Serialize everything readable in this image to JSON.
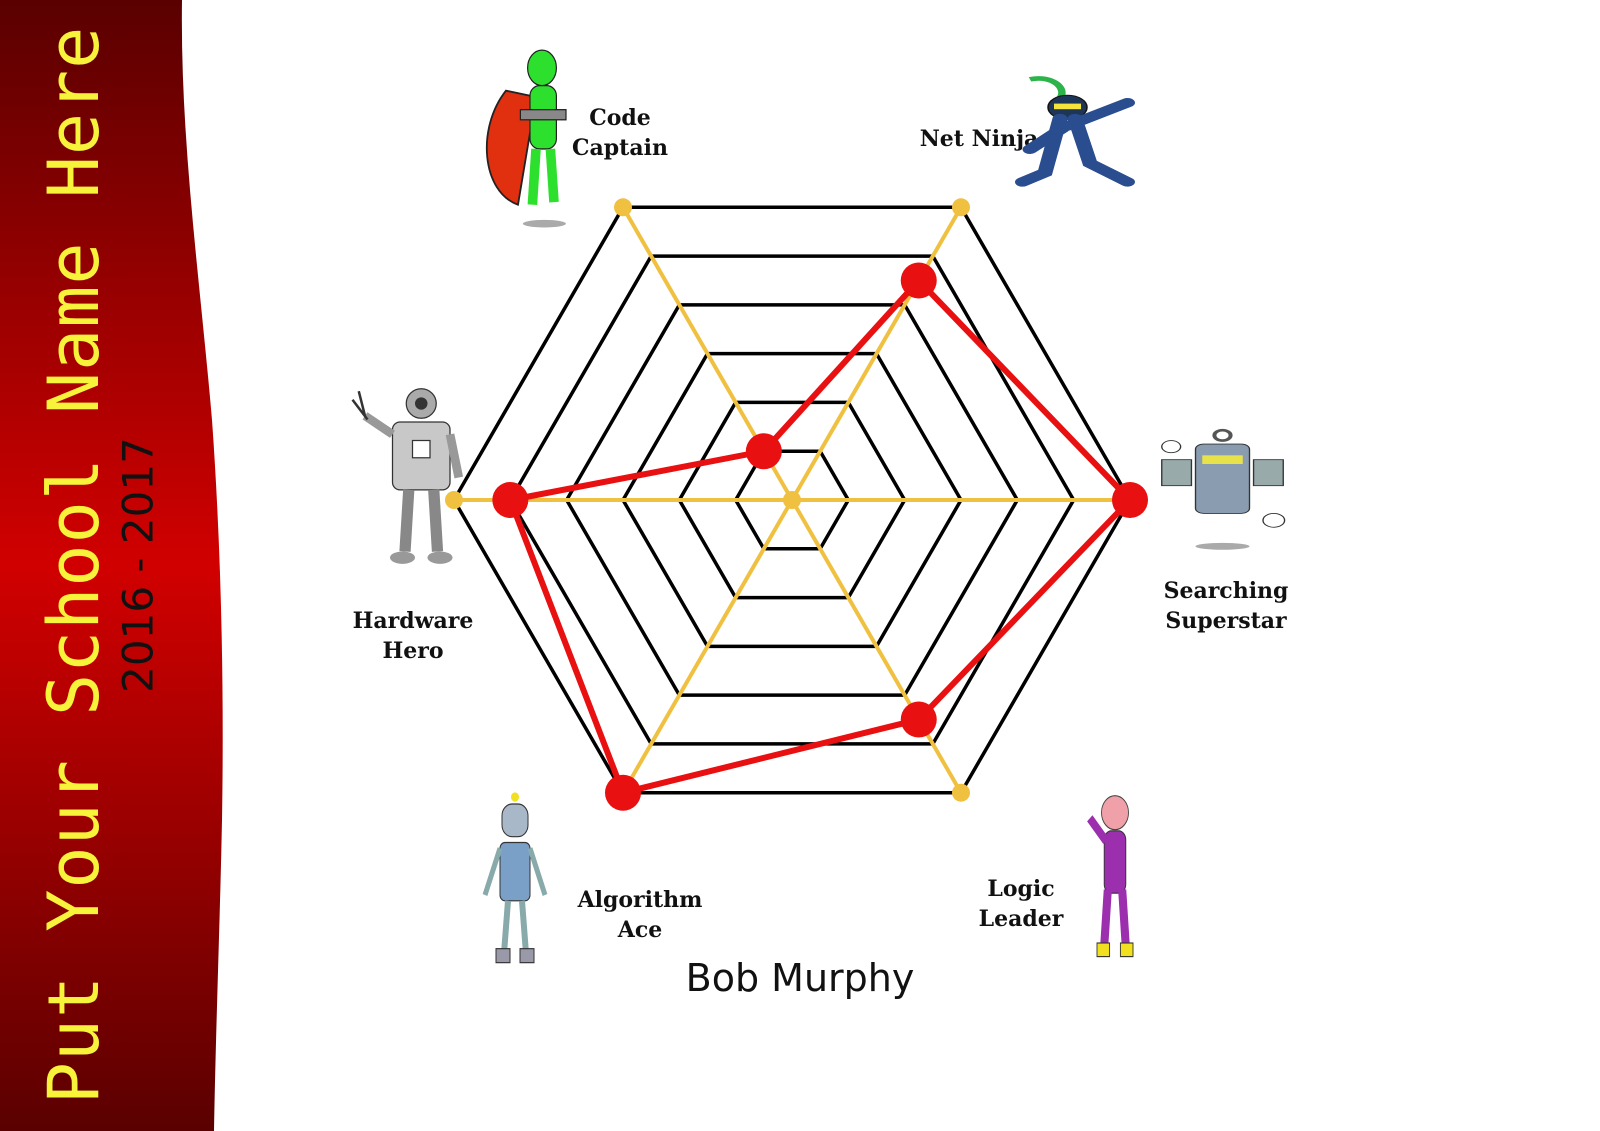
{
  "header": {
    "school_name": "Put Your School Name Here",
    "years": "2016 - 2017"
  },
  "student": {
    "name": "Bob Murphy"
  },
  "colors": {
    "banner_dark": "#5a0000",
    "banner_mid": "#d10000",
    "title_yellow": "#f7f23a",
    "grid": "#000000",
    "spokes": "#f0c040",
    "score": "#e81010"
  },
  "chart_data": {
    "type": "radar",
    "title": "",
    "levels": 6,
    "range": [
      0,
      6
    ],
    "axes": [
      {
        "label_lines": [
          "Code",
          "Captain"
        ],
        "icon": "caped-green-alien-icon"
      },
      {
        "label_lines": [
          "Net Ninja"
        ],
        "icon": "network-ninja-icon"
      },
      {
        "label_lines": [
          "Searching",
          "Superstar"
        ],
        "icon": "search-robot-icon"
      },
      {
        "label_lines": [
          "Logic",
          "Leader"
        ],
        "icon": "brain-superhero-icon"
      },
      {
        "label_lines": [
          "Algorithm",
          "Ace"
        ],
        "icon": "blue-robot-icon"
      },
      {
        "label_lines": [
          "Hardware",
          "Hero"
        ],
        "icon": "cable-robot-icon"
      }
    ],
    "series": [
      {
        "values": [
          1,
          4.5,
          6,
          4.5,
          6,
          5
        ]
      }
    ]
  }
}
